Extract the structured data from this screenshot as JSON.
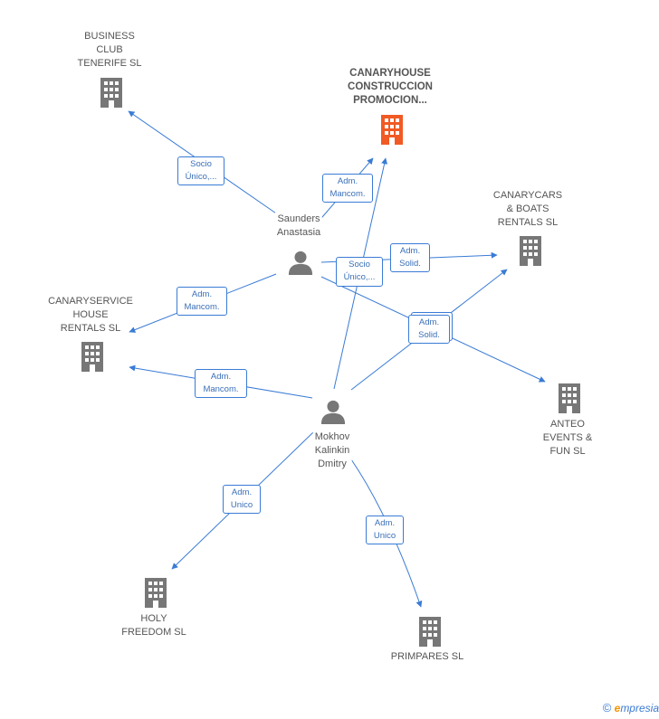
{
  "colors": {
    "edge": "#3a7bd5",
    "building": "#777777",
    "main_building": "#f15a24",
    "person": "#777777"
  },
  "companies": [
    {
      "id": "business-club",
      "lines": [
        "BUSINESS",
        "CLUB",
        "TENERIFE SL"
      ],
      "main": false
    },
    {
      "id": "canaryhouse",
      "lines": [
        "CANARYHOUSE",
        "CONSTRUCCION",
        "PROMOCION..."
      ],
      "main": true
    },
    {
      "id": "canarycars",
      "lines": [
        "CANARYCARS",
        "& BOATS",
        "RENTALS SL"
      ],
      "main": false
    },
    {
      "id": "canaryservice",
      "lines": [
        "CANARYSERVICE",
        "HOUSE",
        "RENTALS SL"
      ],
      "main": false
    },
    {
      "id": "anteo",
      "lines": [
        "ANTEO",
        "EVENTS &",
        "FUN SL"
      ],
      "main": false
    },
    {
      "id": "holy-freedom",
      "lines": [
        "HOLY",
        "FREEDOM SL"
      ],
      "main": false
    },
    {
      "id": "primpares",
      "lines": [
        "PRIMPARES SL"
      ],
      "main": false
    }
  ],
  "persons": [
    {
      "id": "saunders",
      "lines": [
        "Saunders",
        "Anastasia"
      ]
    },
    {
      "id": "mokhov",
      "lines": [
        "Mokhov",
        "Kalinkin",
        "Dmitry"
      ]
    }
  ],
  "relations": [
    {
      "id": "rel-socio-unico-1",
      "lines": [
        "Socio",
        "Único,..."
      ]
    },
    {
      "id": "rel-adm-mancom-1",
      "lines": [
        "Adm.",
        "Mancom."
      ]
    },
    {
      "id": "rel-adm-solid-1",
      "lines": [
        "Adm.",
        "Solid."
      ]
    },
    {
      "id": "rel-socio-unico-2",
      "lines": [
        "Socio",
        "Único,..."
      ]
    },
    {
      "id": "rel-adm-mancom-2",
      "lines": [
        "Adm.",
        "Mancom."
      ]
    },
    {
      "id": "rel-adm-solid-2",
      "lines": [
        "Adm.",
        "Solid."
      ]
    },
    {
      "id": "rel-adm-mancom-3",
      "lines": [
        "Adm.",
        "Mancom."
      ]
    },
    {
      "id": "rel-adm-unico-1",
      "lines": [
        "Adm.",
        "Unico"
      ]
    },
    {
      "id": "rel-adm-unico-2",
      "lines": [
        "Adm.",
        "Unico"
      ]
    }
  ],
  "footer": {
    "copyright": "©",
    "brand_initial": "e",
    "brand_rest": "mpresia"
  }
}
